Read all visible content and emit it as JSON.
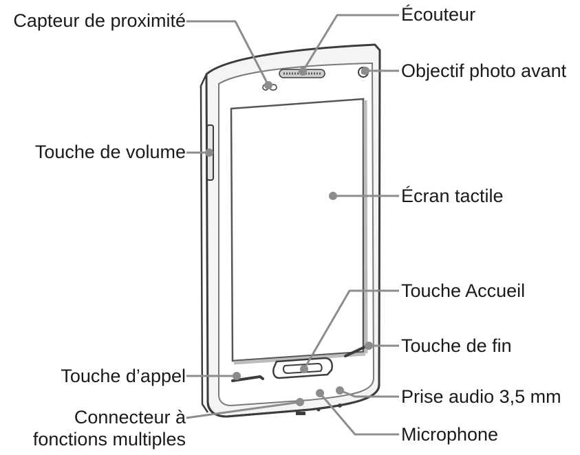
{
  "labels": {
    "proximity_sensor": "Capteur de proximité",
    "earpiece": "Écouteur",
    "front_camera": "Objectif photo avant",
    "volume_key": "Touche de volume",
    "touch_screen": "Écran tactile",
    "home_key": "Touche Accueil",
    "end_key": "Touche de fin",
    "call_key": "Touche d’appel",
    "audio_jack": "Prise audio 3,5 mm",
    "multifunction_connector_line1": "Connecteur à",
    "multifunction_connector_line2": "fonctions multiples",
    "microphone": "Microphone"
  },
  "colors": {
    "leader": "#8c8c8c",
    "device_outline": "#3c3c3c",
    "screen_edge": "#bdbdbd",
    "text": "#1a1a1a"
  }
}
